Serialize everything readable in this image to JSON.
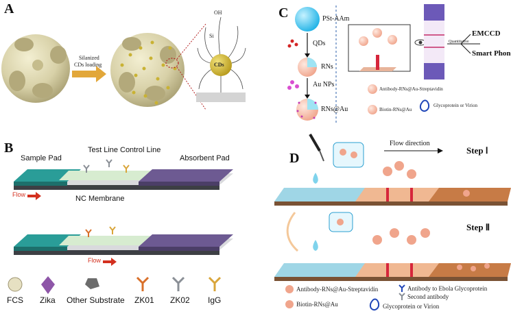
{
  "panel_a": {
    "label": "A",
    "arrow_text_1": "Silanized",
    "arrow_text_2": "CDs loading",
    "cds_label": "CDs",
    "silanol_label": "OH",
    "si_label": "Si"
  },
  "panel_b": {
    "label": "B",
    "sample_pad": "Sample Pad",
    "test_line": "Test Line",
    "control_line": "Control Line",
    "absorbent_pad": "Absorbent Pad",
    "flow_1": "Flow",
    "nc_membrane": "NC Membrane",
    "flow_2": "Flow",
    "legend": [
      {
        "label": "FCS",
        "icon": "fcs-sphere-icon"
      },
      {
        "label": "Zika",
        "icon": "zika-octahedron-icon"
      },
      {
        "label": "Other Substrate",
        "icon": "substrate-cube-icon"
      },
      {
        "label": "ZK01",
        "icon": "orange-antibody-icon"
      },
      {
        "label": "ZK02",
        "icon": "gray-antibody-icon"
      },
      {
        "label": "IgG",
        "icon": "gold-antibody-icon"
      }
    ],
    "colors": {
      "teal": "#2a9d98",
      "purple": "#6d5a92",
      "orange": "#d9702a",
      "gold": "#d9a53a",
      "gray": "#8a8f96"
    }
  },
  "panel_c": {
    "label": "C",
    "pst": "PSt-AAm",
    "qds": "QDs",
    "rns": "RNs",
    "au": "Au NPs",
    "rnsau": "RNs@Au",
    "quantitative": "Quantitative",
    "emccd": "EMCCD",
    "phone": "Smart Phone",
    "legend_1": "Antibody-RNs@Au-Streptavidin",
    "legend_2": "Biotin-RNs@Au",
    "legend_3": "Glycoprotein or Virion"
  },
  "panel_d": {
    "label": "D",
    "flow": "Flow direction",
    "step1": "Step Ⅰ",
    "step2": "Step Ⅱ",
    "legend": [
      "Antibody-RNs@Au-Streptavidin",
      "Biotin-RNs@Au",
      "Antibody to Ebola Glycoprotein",
      "Second antibody",
      "Glycoprotein or Virion"
    ]
  }
}
